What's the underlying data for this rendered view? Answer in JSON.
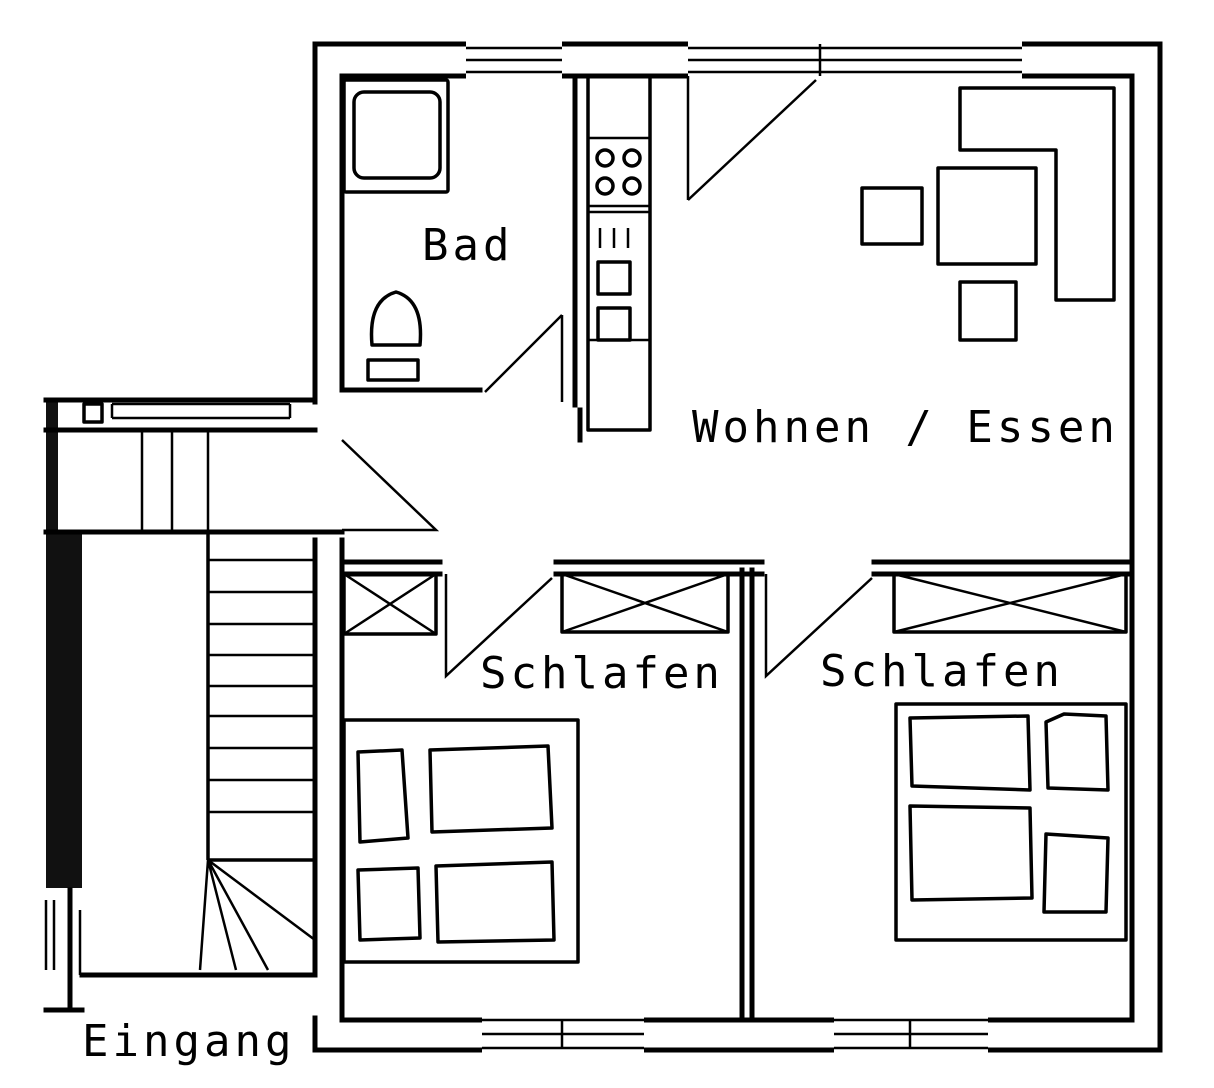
{
  "rooms": {
    "bath": "Bad",
    "living_dining": "Wohnen / Essen",
    "bedroom_left": "Schlafen",
    "bedroom_right": "Schlafen",
    "entrance": "Eingang"
  },
  "colors": {
    "line": "#000000",
    "background": "#ffffff"
  }
}
